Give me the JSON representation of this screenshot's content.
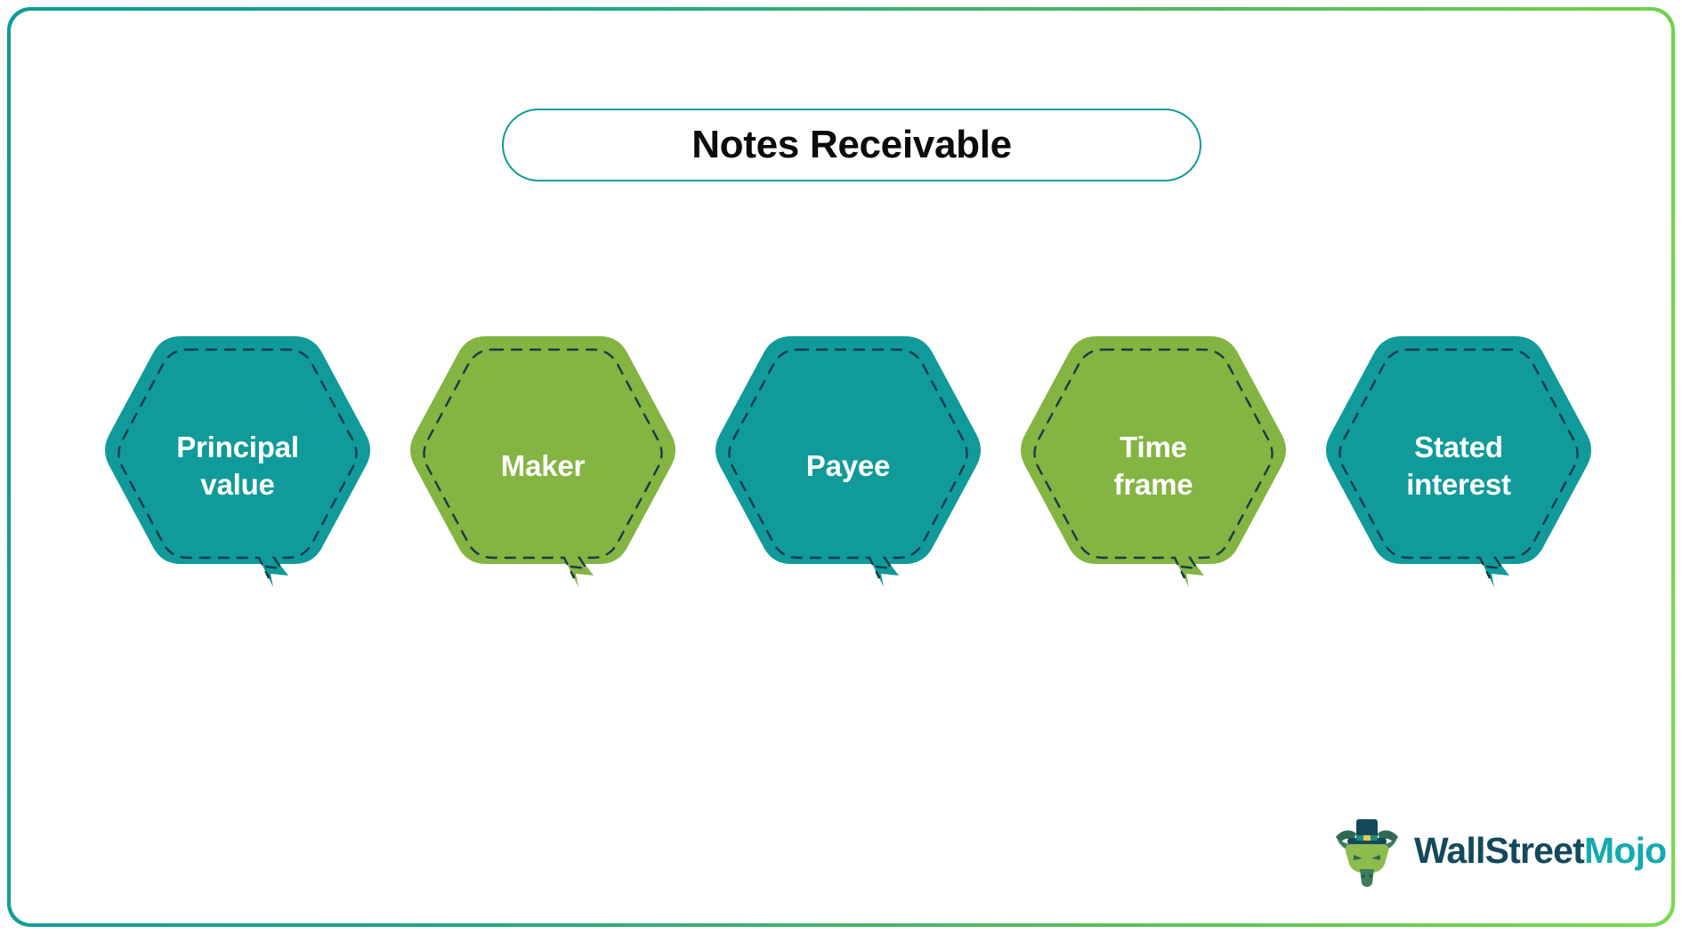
{
  "title": {
    "text": "Notes Receivable"
  },
  "colors": {
    "teal": "#109a9a",
    "green": "#84b441",
    "dashed_border": "#173a4a",
    "title_border": "#109a9a",
    "title_text": "#0b0b0b",
    "frame_gradient_start": "#0f9b9b",
    "frame_gradient_end": "#79dc4d",
    "label_text": "#ffffff",
    "logo_dark": "#14495c",
    "logo_accent": "#13aab0"
  },
  "hexagons": [
    {
      "label": "Principal\nvalue",
      "color": "teal",
      "fill": "#109a9a"
    },
    {
      "label": "Maker",
      "color": "green",
      "fill": "#84b441"
    },
    {
      "label": "Payee",
      "color": "teal",
      "fill": "#109a9a"
    },
    {
      "label": "Time\nframe",
      "color": "green",
      "fill": "#84b441"
    },
    {
      "label": "Stated\ninterest",
      "color": "teal",
      "fill": "#109a9a"
    }
  ],
  "logo": {
    "brand_part1": "WallStreet",
    "brand_part2": "Mojo",
    "mark": "bull-with-tophat-icon"
  }
}
